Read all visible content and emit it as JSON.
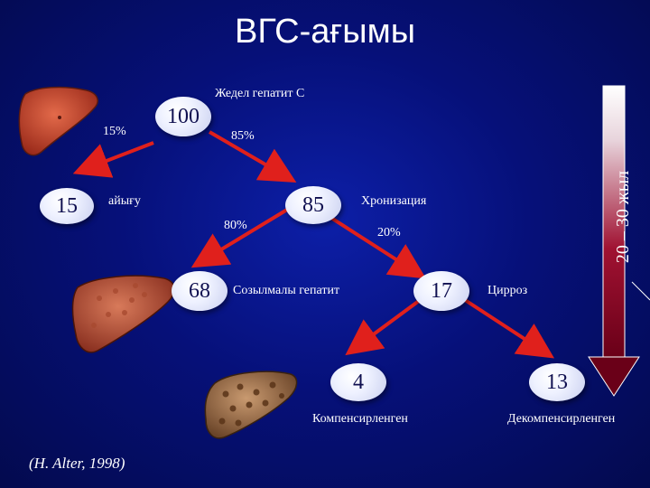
{
  "title": "ВГС-ағымы",
  "labels": {
    "acute": "Жедел гепатит С",
    "pct_15": "15%",
    "pct_85": "85%",
    "recovery": "айығу",
    "chronization": "Хронизация",
    "pct_80": "80%",
    "pct_20": "20%",
    "chronic_hepatitis": "Созылмалы гепатит",
    "cirrhosis": "Цирроз",
    "compensated": "Компенсирленген",
    "decompensated": "Декомпенсирленген",
    "timeline": "20 – 30 жыл",
    "citation": "(H. Alter, 1998)"
  },
  "nodes": {
    "n100": "100",
    "n15": "15",
    "n85": "85",
    "n68": "68",
    "n17": "17",
    "n4": "4",
    "n13": "13"
  },
  "colors": {
    "background": "#061079",
    "arrow": "#e0201c",
    "timeline_arrow": "#8a0a24",
    "node_fill": "#eef1ff",
    "text": "#ffffff"
  }
}
